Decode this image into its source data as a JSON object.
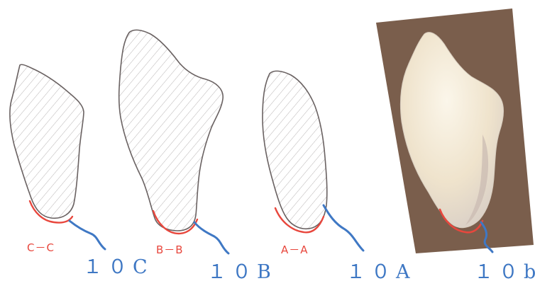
{
  "colors": {
    "outline": "#6a6262",
    "hatch": "#b8b4b4",
    "contact_line": "#e8473d",
    "leader_line": "#3f78c4",
    "photo_background": "#7a5e4c",
    "tooth_photo": "#f3ead8"
  },
  "sections": [
    {
      "id": "c",
      "section_label": "C－C",
      "reference_label": "１０C"
    },
    {
      "id": "b",
      "section_label": "B－B",
      "reference_label": "１０B"
    },
    {
      "id": "a",
      "section_label": "A－A",
      "reference_label": "１０A"
    }
  ],
  "photo": {
    "reference_label": "１０b"
  }
}
